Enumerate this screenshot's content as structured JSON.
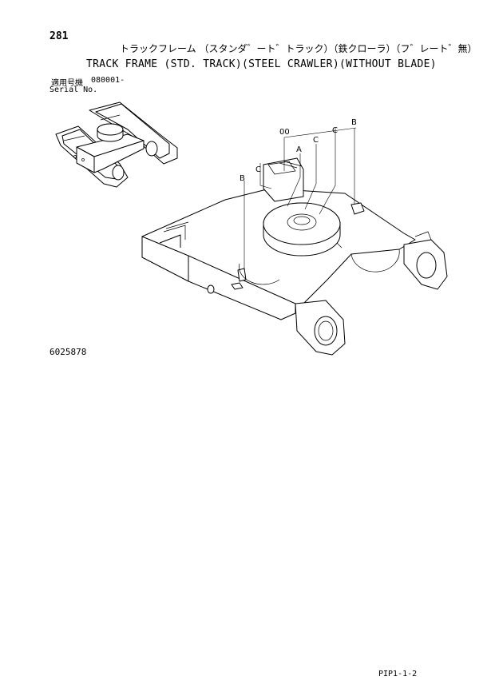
{
  "header": {
    "page_number": "281",
    "title_jp": "トラックフレーム （スタンダ゛ート゛トラック）（鉄クローラ）（フ゛レート゛無）",
    "title_en": "TRACK FRAME (STD. TRACK)(STEEL CRAWLER)(WITHOUT BLADE)",
    "serial_label_jp": "適用号機",
    "serial_value": "080001-",
    "serial_label_en": "Serial No."
  },
  "diagram": {
    "callouts": [
      "00",
      "A",
      "B",
      "B",
      "C",
      "C",
      "C"
    ]
  },
  "footer": {
    "drawing_number": "6025878",
    "page_code": "PIP1-1-2"
  }
}
